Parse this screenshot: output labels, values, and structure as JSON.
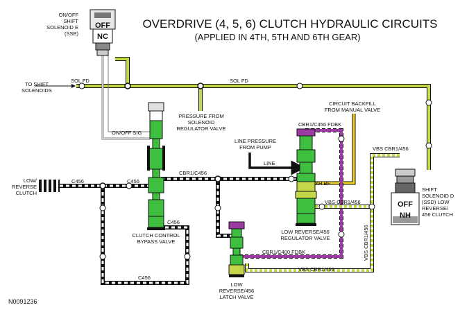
{
  "title": "OVERDRIVE (4, 5, 6) CLUTCH HYDRAULIC CIRCUITS",
  "subtitle": "(APPLIED IN 4TH, 5TH AND 6TH GEAR)",
  "figure_id": "N0091236",
  "colors": {
    "sol_fd": "#c6d64a",
    "line": "#111111",
    "green_part": "#3fbf3f",
    "purple": "#9b3aa0",
    "yellow": "#f0d020",
    "gray": "#9a9a9a"
  },
  "solenoid_e": {
    "state1": "OFF",
    "state2": "NC",
    "label": [
      "ON/OFF",
      "SHIFT",
      "SOLENOID E",
      "(SSE)"
    ]
  },
  "solenoid_d": {
    "state1": "OFF",
    "state2": "NH",
    "label": [
      "SHIFT",
      "SOLENOID D",
      "(SSD) LOW",
      "REVERSE/",
      "456 CLUTCH"
    ]
  },
  "labels": {
    "to_shift_solenoids": [
      "TO SHIFT",
      "SOLENOIDS"
    ],
    "sol_fd_1": "SOL FD",
    "sol_fd_2": "SOL FD",
    "pressure_from": [
      "PRESSURE FROM",
      "SOLENOID",
      "REGULATOR VALVE"
    ],
    "on_off_sig": "ON/OFF SIG",
    "line_pressure": [
      "LINE PRESSURE",
      "FROM PUMP"
    ],
    "line": "LINE",
    "circuit_backfill": [
      "CIRCUIT BACKFILL",
      "FROM MANUAL VALVE"
    ],
    "cbr1_c456_fdbk": "CBR1/C456 FDBK",
    "vbs_cbr1_456_top": "VBS CBR1/456",
    "low_reverse_clutch": [
      "LOW/",
      "REVERSE",
      "CLUTCH"
    ],
    "c456_left": "C456",
    "c456_mid": "C456",
    "cbr1_c456": "CBR1/C456",
    "exh_bf": "EXH BF",
    "vbs_cbr1_456_mid": "VBS CBR1/456",
    "vbs_cbr1_456_vert": "VBS CBR1/456",
    "c456_right": "C456",
    "clutch_control": [
      "CLUTCH CONTROL",
      "BYPASS VALVE"
    ],
    "low_rev_reg": [
      "LOW REVERSE/456",
      "REGULATOR VALVE"
    ],
    "cbr1_c400_fdbk": "CBR1/C400 FDBK",
    "vbs_cbr1_456_bottom": "VBS CBR1/456",
    "c456_bottom": "C456",
    "latch_valve": [
      "LOW",
      "REVERSE/456",
      "LATCH VALVE"
    ]
  }
}
